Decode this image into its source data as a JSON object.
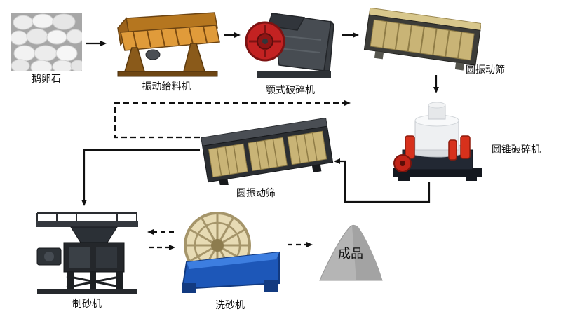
{
  "diagram": {
    "type": "process-flowchart",
    "description": "Sand production line flow diagram",
    "nodes": [
      {
        "id": "pebbles",
        "label": "鹅卵石"
      },
      {
        "id": "vibrating-feeder",
        "label": "振动给料机"
      },
      {
        "id": "jaw-crusher",
        "label": "颚式破碎机"
      },
      {
        "id": "circular-vibrating-screen-top",
        "label": "圆振动筛"
      },
      {
        "id": "cone-crusher",
        "label": "圆锥破碎机"
      },
      {
        "id": "circular-vibrating-screen-mid",
        "label": "圆振动筛"
      },
      {
        "id": "sand-making-machine",
        "label": "制砂机"
      },
      {
        "id": "sand-washing-machine",
        "label": "洗砂机"
      },
      {
        "id": "finished-product",
        "label": "成品"
      }
    ],
    "edges": [
      {
        "from": "pebbles",
        "to": "vibrating-feeder",
        "style": "solid"
      },
      {
        "from": "vibrating-feeder",
        "to": "jaw-crusher",
        "style": "solid"
      },
      {
        "from": "jaw-crusher",
        "to": "circular-vibrating-screen-top",
        "style": "solid"
      },
      {
        "from": "circular-vibrating-screen-top",
        "to": "cone-crusher",
        "style": "solid"
      },
      {
        "from": "cone-crusher",
        "to": "circular-vibrating-screen-mid",
        "style": "solid"
      },
      {
        "from": "circular-vibrating-screen-mid",
        "to": "cone-crusher",
        "style": "dashed"
      },
      {
        "from": "circular-vibrating-screen-mid",
        "to": "sand-making-machine",
        "style": "solid"
      },
      {
        "from": "sand-washing-machine",
        "to": "sand-making-machine",
        "style": "dashed"
      },
      {
        "from": "sand-making-machine",
        "to": "sand-washing-machine",
        "style": "dashed"
      },
      {
        "from": "sand-washing-machine",
        "to": "finished-product",
        "style": "dashed"
      }
    ],
    "colors": {
      "background": "#ffffff",
      "arrow": "#111111",
      "label_text": "#111111",
      "feeder_orange": "#e09b3a",
      "crusher_red": "#c32222",
      "screen_tan": "#c9b476",
      "cone_red": "#d7311c",
      "washer_blue": "#1d57b8",
      "product_gray": "#b5b5b5"
    }
  }
}
